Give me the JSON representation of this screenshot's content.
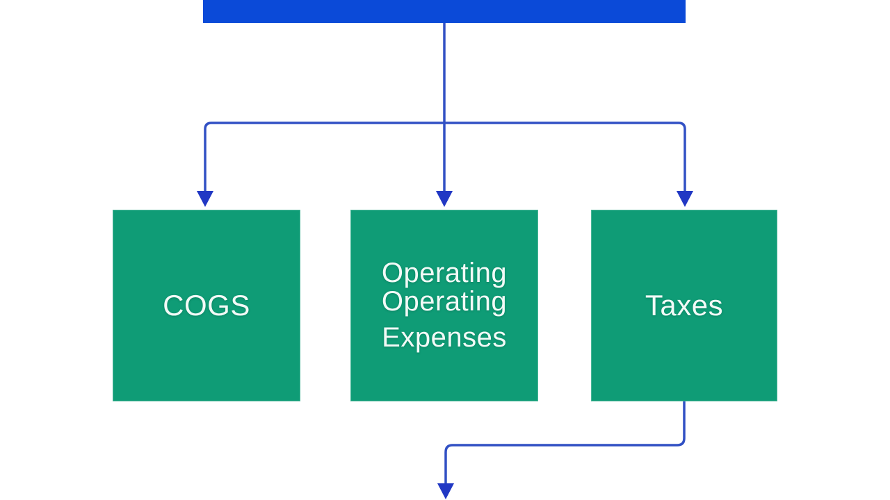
{
  "colors": {
    "background": "#ffffff",
    "top_node_blue": "#0b4ad8",
    "node_green": "#0f9c76",
    "connector_blue": "#3150c4",
    "arrow_blue": "#2138c4",
    "label_text": "#f2faf7"
  },
  "diagram": {
    "top_node": {
      "label": ""
    },
    "nodes": {
      "cogs": {
        "label": "COGS"
      },
      "operating_expenses": {
        "lines": [
          "Operating",
          "Operating",
          "Expenses"
        ]
      },
      "taxes": {
        "label": "Taxes"
      }
    }
  }
}
